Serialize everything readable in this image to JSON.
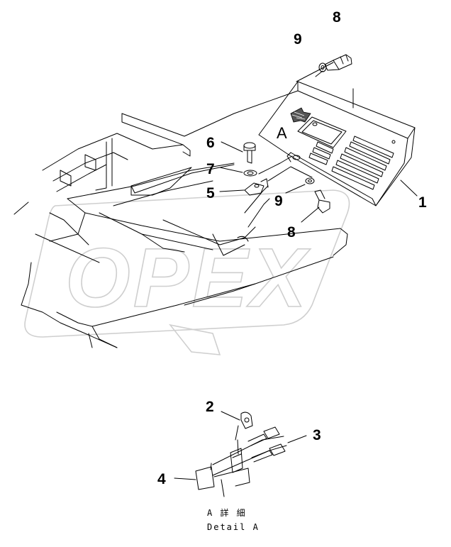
{
  "watermark": {
    "text": "OPEX",
    "color": "#cfcfcf"
  },
  "callouts": {
    "top_bolt": "8",
    "top_washer": "9",
    "plate": "1",
    "bolt_6": "6",
    "washer_7": "7",
    "clip_5": "5",
    "lower_washer": "9",
    "lower_bolt": "8",
    "detail_clip": "2",
    "detail_bolts": "3",
    "detail_bracket": "4"
  },
  "view_label": "A",
  "detail_caption": {
    "japanese": "A 詳 細",
    "english": "Detail A"
  }
}
